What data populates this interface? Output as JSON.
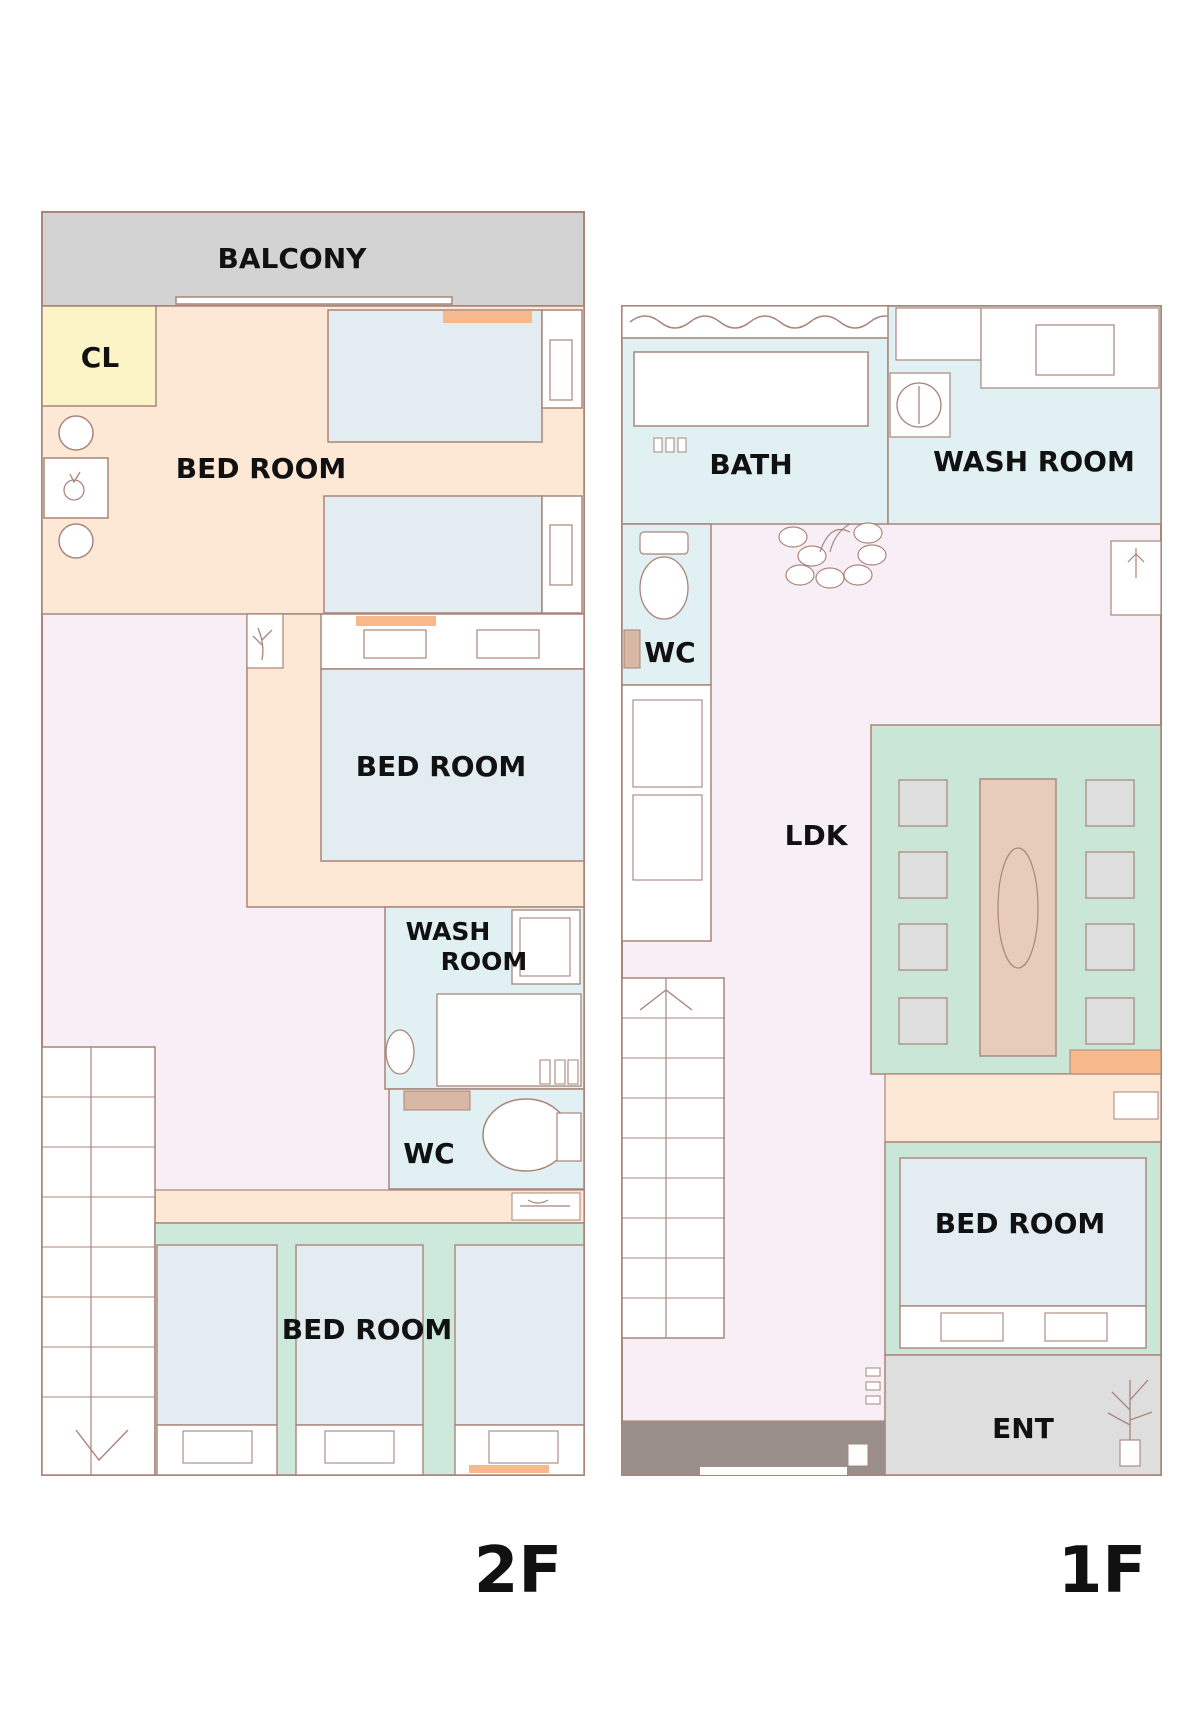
{
  "floor_2f": {
    "label": "2F",
    "rooms": {
      "balcony": "BALCONY",
      "closet": "CL",
      "bedroom_top": "BED ROOM",
      "bedroom_middle": "BED ROOM",
      "washroom_line1": "WASH",
      "washroom_line2": "ROOM",
      "wc": "WC",
      "bedroom_bottom": "BED ROOM"
    }
  },
  "floor_1f": {
    "label": "1F",
    "rooms": {
      "bath": "BATH",
      "washroom": "WASH ROOM",
      "wc": "WC",
      "ldk": "LDK",
      "bedroom": "BED ROOM",
      "entrance": "ENT"
    }
  },
  "colors": {
    "outline": "#a9857a",
    "balcony": "#d3d3d3",
    "bedroom_floor": "#fde8d6",
    "hall_floor": "#f7eff5",
    "bed": "#e2ecf1",
    "closet": "#fcf3c6",
    "water": "#e1f0f2",
    "mint": "#cde9dc",
    "green_rug": "#c9e6d6",
    "gray": "#dedede",
    "pillow": "#f7b98c",
    "entry_wall": "#9b8f8b"
  }
}
